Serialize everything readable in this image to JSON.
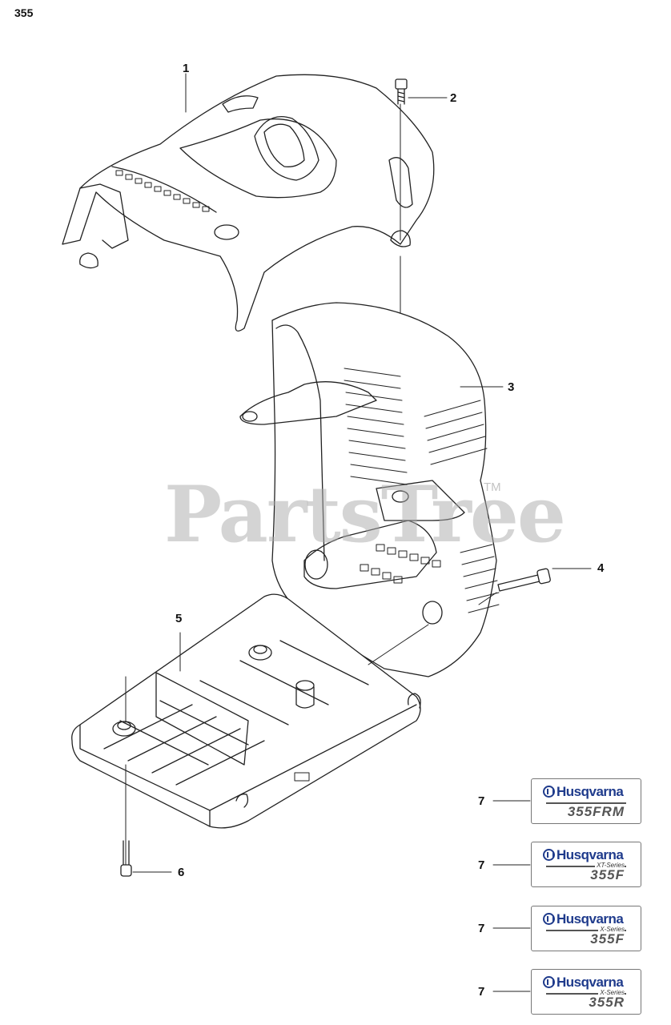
{
  "page_number": "355",
  "watermark": {
    "text": "PartsTree",
    "tm": "TM"
  },
  "callouts": {
    "c1": "1",
    "c2": "2",
    "c3": "3",
    "c4": "4",
    "c5": "5",
    "c6": "6",
    "c7a": "7",
    "c7b": "7",
    "c7c": "7",
    "c7d": "7"
  },
  "decals": [
    {
      "brand": "Husqvarna",
      "series": "",
      "model": "355FRM"
    },
    {
      "brand": "Husqvarna",
      "series": "XT-Series",
      "model": "355F"
    },
    {
      "brand": "Husqvarna",
      "series": "X-Series",
      "model": "355F"
    },
    {
      "brand": "Husqvarna",
      "series": "X-Series",
      "model": "355R"
    }
  ],
  "colors": {
    "brand_blue": "#1f3b8c",
    "line": "#222222",
    "watermark": "#aaaaaa"
  }
}
